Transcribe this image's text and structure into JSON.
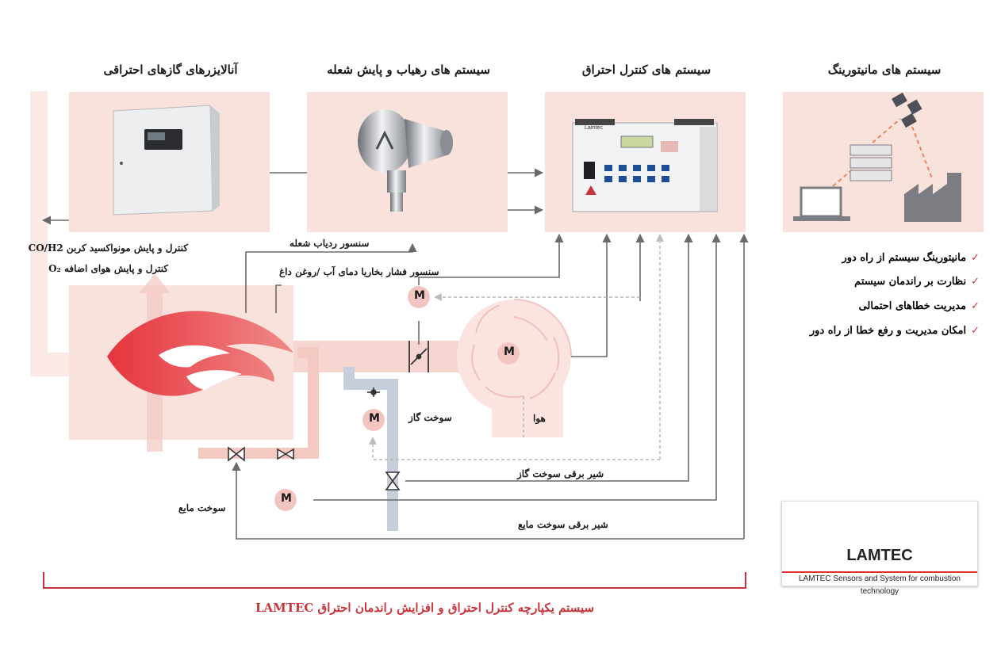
{
  "headers": {
    "gas_analyzers": "آنالایزرهای گازهای احتراقی",
    "flame_systems": "سیستم های رهیاب و پایش شعله",
    "control_systems": "سیستم های کنترل احتراق",
    "monitoring_systems": "سیستم های مانیتورینگ"
  },
  "labels": {
    "co_h2": "کنترل و پایش مونواکسید کربن CO/H2",
    "o2": "کنترل و پایش هوای اضافه O₂",
    "flame_sensor": "سنسور ردیاب شعله",
    "pressure_sensor": "سنسور فشار بخاریا دمای آب /روغن داغ",
    "gas_fuel": "سوخت گاز",
    "air": "هوا",
    "gas_valve": "شیر برقی سوخت گاز",
    "liquid_fuel": "سوخت مایع",
    "liquid_valve": "شیر برقی سوخت مایع",
    "motor": "M"
  },
  "checklist": [
    "مانیتورینگ سیستم از راه دور",
    "نظارت بر راندمان سیستم",
    "مدیریت خطاهای احتمالی",
    "امکان مدیریت و رفع خطا از راه دور"
  ],
  "check_mark": "✓",
  "controller": {
    "brand": "Lamtec"
  },
  "logo": {
    "name": "LAMTEC",
    "tagline": "LAMTEC Sensors and System for combustion technology"
  },
  "footer": "سیستم یکپارچه کنترل احتراق و افزایش راندمان احتراق LAMTEC",
  "colors": {
    "accent": "#c9343b",
    "panel": "#f9e1dc",
    "pipe": "#c7cedb"
  }
}
